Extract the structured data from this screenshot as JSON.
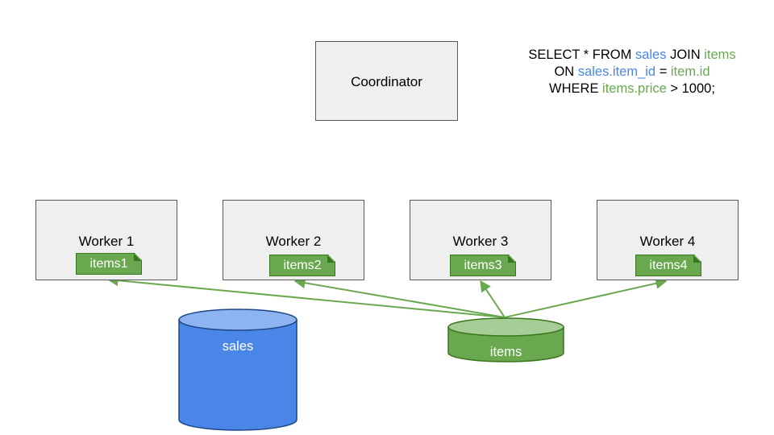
{
  "coordinator": {
    "label": "Coordinator"
  },
  "query": {
    "line1": {
      "a": "SELECT * FROM ",
      "b": "sales",
      "c": " JOIN ",
      "d": "items"
    },
    "line2": {
      "a": "ON ",
      "b": "sales.item_id",
      "c": " = ",
      "d": "item.id"
    },
    "line3": {
      "a": "WHERE ",
      "b": "items.price",
      "c": " > 1000;"
    }
  },
  "workers": [
    {
      "label": "Worker 1",
      "shard": "items1"
    },
    {
      "label": "Worker 2",
      "shard": "items2"
    },
    {
      "label": "Worker 3",
      "shard": "items3"
    },
    {
      "label": "Worker 4",
      "shard": "items4"
    }
  ],
  "tables": {
    "sales": {
      "label": "sales"
    },
    "items": {
      "label": "items"
    }
  },
  "colors": {
    "blue_table": "#4a86e8",
    "green_table": "#6aa84f",
    "arrow": "#6aa84f",
    "box_fill": "#efefef"
  }
}
